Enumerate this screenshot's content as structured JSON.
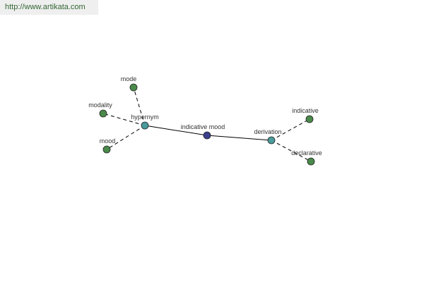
{
  "header": {
    "url": "http://www.artikata.com"
  },
  "colors": {
    "center": "#3b3f8c",
    "relation": "#4a9b9b",
    "leaf": "#4a8a4a",
    "banner_text": "#336633"
  },
  "graph": {
    "nodes": [
      {
        "id": "indicative-mood",
        "label": "indicative mood",
        "kind": "center"
      },
      {
        "id": "hypernym",
        "label": "hypernym",
        "kind": "relation"
      },
      {
        "id": "derivation",
        "label": "derivation",
        "kind": "relation"
      },
      {
        "id": "mode",
        "label": "mode",
        "kind": "leaf"
      },
      {
        "id": "modality",
        "label": "modality",
        "kind": "leaf"
      },
      {
        "id": "mood",
        "label": "mood",
        "kind": "leaf"
      },
      {
        "id": "indicative",
        "label": "indicative",
        "kind": "leaf"
      },
      {
        "id": "declarative",
        "label": "declarative",
        "kind": "leaf"
      }
    ],
    "edges": [
      {
        "from": "indicative-mood",
        "to": "hypernym",
        "style": "solid"
      },
      {
        "from": "indicative-mood",
        "to": "derivation",
        "style": "solid"
      },
      {
        "from": "hypernym",
        "to": "mode",
        "style": "dashed"
      },
      {
        "from": "hypernym",
        "to": "modality",
        "style": "dashed"
      },
      {
        "from": "hypernym",
        "to": "mood",
        "style": "dashed"
      },
      {
        "from": "derivation",
        "to": "indicative",
        "style": "dashed"
      },
      {
        "from": "derivation",
        "to": "declarative",
        "style": "dashed"
      }
    ]
  }
}
